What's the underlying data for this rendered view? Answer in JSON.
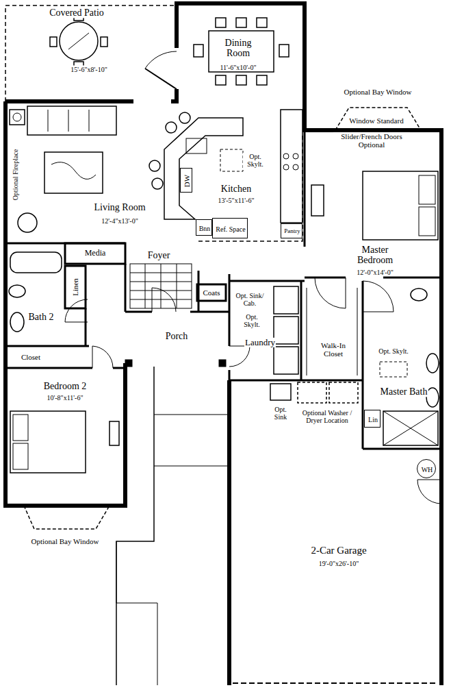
{
  "diagram": {
    "nodes": [
      {
        "text": [
          "Covered Patio",
          "15'-6\"x8'-10\""
        ]
      },
      {
        "text": [
          "Dining Room",
          "11'-6\"x10'-0\""
        ]
      },
      {
        "text": [
          "Living Room",
          "12'-4\"x13'-0\""
        ]
      },
      {
        "text": [
          "Kitchen",
          "13'-5\"x11'-6\""
        ]
      },
      {
        "text": [
          "Master Bedroom",
          "12'-0\"x14'-0\""
        ]
      },
      {
        "text": [
          "Media"
        ]
      },
      {
        "text": [
          "Foyer"
        ]
      },
      {
        "text": [
          "Linen"
        ]
      },
      {
        "text": [
          "Coats"
        ]
      },
      {
        "text": [
          "Bath 2"
        ]
      },
      {
        "text": [
          "Laundry"
        ]
      },
      {
        "text": [
          "Walk-In Closet"
        ]
      },
      {
        "text": [
          "Porch"
        ]
      },
      {
        "text": [
          "Closet"
        ]
      },
      {
        "text": [
          "Master Bath"
        ]
      },
      {
        "text": [
          "Bedroom 2",
          "10'-8\"x11'-6\""
        ]
      },
      {
        "text": [
          "2-Car Garage",
          "19'-0\"x26'-10\""
        ]
      },
      {
        "text": [
          "DW"
        ],
        "in": 3
      },
      {
        "text": [
          "Bnn"
        ],
        "in": 3
      },
      {
        "text": [
          "Ref. Space"
        ],
        "in": 3
      },
      {
        "text": [
          "Pantry"
        ],
        "in": 3
      },
      {
        "text": [
          "Lin"
        ],
        "in": 14
      },
      {
        "text": [
          "WH"
        ],
        "in": 16
      }
    ],
    "labels": [
      "Optional Bay Window",
      "Window Standard",
      "Slider/French Doors Optional",
      "Optional Fireplace",
      "Opt. Skylt.",
      "Opt. Sink/ Cab.",
      "Opt. Skylt.",
      "Opt. Skylt.",
      "Opt. Sink",
      "Optional Washer / Dryer Location",
      "Optional Bay Window"
    ]
  }
}
